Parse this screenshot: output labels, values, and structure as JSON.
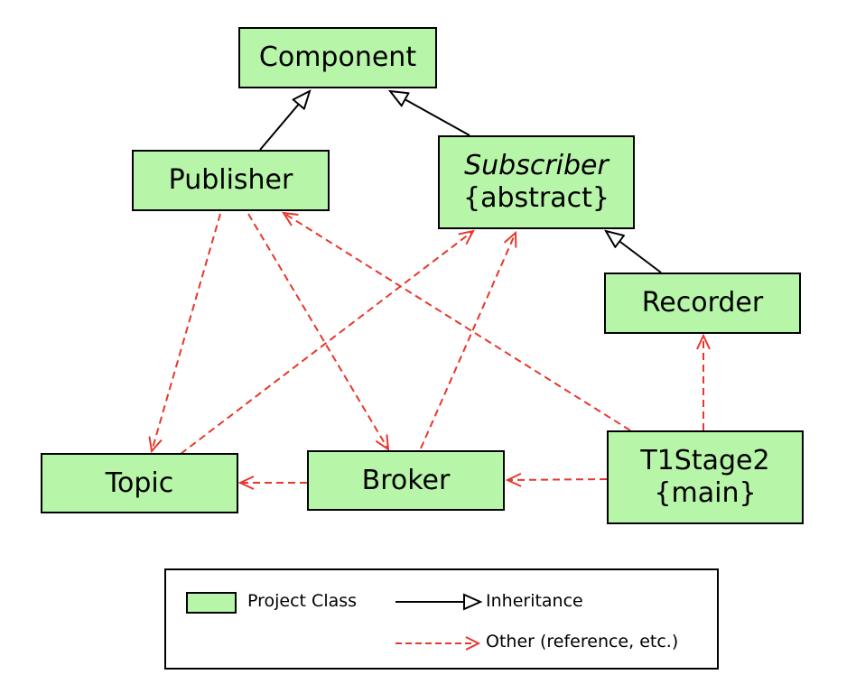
{
  "colors": {
    "class_fill": "#b7f5a8",
    "class_border": "#000000",
    "inheritance": "#000000",
    "reference": "#e8372c"
  },
  "classes": {
    "component": {
      "name": "Component"
    },
    "publisher": {
      "name": "Publisher"
    },
    "subscriber": {
      "name": "Subscriber",
      "stereotype": "{abstract}"
    },
    "recorder": {
      "name": "Recorder"
    },
    "topic": {
      "name": "Topic"
    },
    "broker": {
      "name": "Broker"
    },
    "t1stage2": {
      "name": "T1Stage2",
      "stereotype": "{main}"
    }
  },
  "relations": [
    {
      "type": "inheritance",
      "from": "Publisher",
      "to": "Component"
    },
    {
      "type": "inheritance",
      "from": "Subscriber",
      "to": "Component"
    },
    {
      "type": "inheritance",
      "from": "Recorder",
      "to": "Subscriber"
    },
    {
      "type": "reference",
      "from": "Publisher",
      "to": "Topic"
    },
    {
      "type": "reference",
      "from": "Publisher",
      "to": "Broker"
    },
    {
      "type": "reference",
      "from": "Topic",
      "to": "Subscriber"
    },
    {
      "type": "reference",
      "from": "Broker",
      "to": "Subscriber"
    },
    {
      "type": "reference",
      "from": "Broker",
      "to": "Topic"
    },
    {
      "type": "reference",
      "from": "T1Stage2",
      "to": "Publisher"
    },
    {
      "type": "reference",
      "from": "T1Stage2",
      "to": "Recorder"
    },
    {
      "type": "reference",
      "from": "T1Stage2",
      "to": "Broker"
    }
  ],
  "legend": {
    "project_class": "Project Class",
    "inheritance": "Inheritance",
    "other": "Other (reference, etc.)"
  }
}
